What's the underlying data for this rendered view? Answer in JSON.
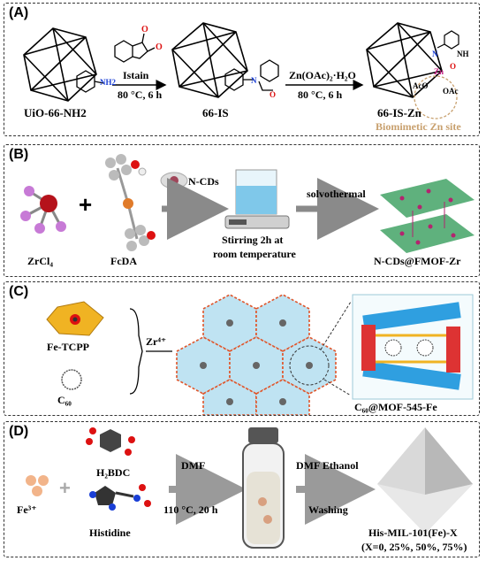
{
  "panelA": {
    "label": "(A)",
    "node1": "UiO-66-NH2",
    "nh2": "NH2",
    "reagent1": "Istain",
    "cond1": "80 °C, 6 h",
    "node2": "66-IS",
    "reagent2": "Zn(OAc)₂·H₂O",
    "cond2": "80 °C, 6 h",
    "node3": "66-IS-Zn",
    "site": "Biomimetic Zn site",
    "atoms": {
      "nh": "NH",
      "o": "O",
      "zn": "Zn",
      "aco": "AcO",
      "oac": "OAc",
      "n": "N"
    },
    "colors": {
      "site": "#c8a06e",
      "zn": "#c2187e",
      "nh2": "#1a3fd6"
    }
  },
  "panelB": {
    "label": "(B)",
    "zrcl4": "ZrCl₄",
    "fcda": "FcDA",
    "ncds": "N-CDs",
    "stir_line1": "Stirring 2h at",
    "stir_line2": "room temperature",
    "solvothermal": "solvothermal",
    "product": "N-CDs@FMOF-Zr",
    "colors": {
      "zr": "#b5121b",
      "cl": "#c77ad6",
      "film": "#4ea86f",
      "dot": "#b3246e"
    }
  },
  "panelC": {
    "label": "(C)",
    "fetcpp": "Fe-TCPP",
    "c60": "C₆₀",
    "zr4": "Zr⁴⁺",
    "product": "C₆₀@MOF-545-Fe",
    "colors": {
      "hex": "#bfe3f2",
      "node": "#e0552a",
      "blue": "#2f9fe0"
    }
  },
  "panelD": {
    "label": "(D)",
    "fe3": "Fe³⁺",
    "h2bdc": "H₂BDC",
    "histidine": "Histidine",
    "dmf": "DMF",
    "cond": "110 °C, 20 h",
    "dmf_ethanol": "DMF  Ethanol",
    "washing": "Washing",
    "product": "His-MIL-101(Fe)-X",
    "product_x": "(X=0, 25%, 50%, 75%)",
    "colors": {
      "fe": "#f2b48a"
    }
  }
}
